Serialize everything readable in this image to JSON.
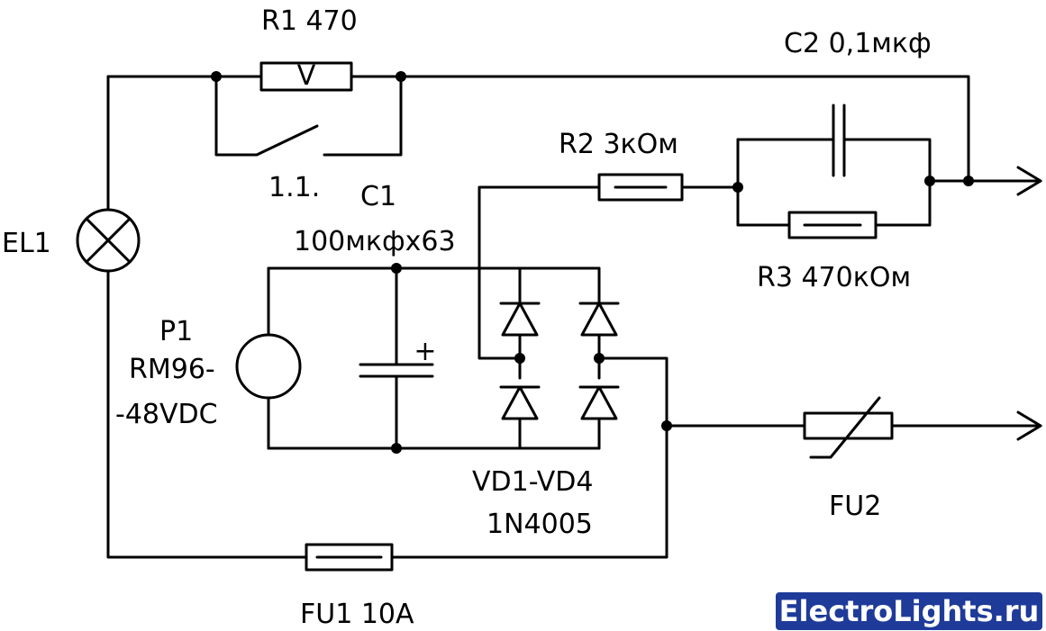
{
  "labels": {
    "r1": "R1 470",
    "c2": "C2 0,1мкф",
    "r2": "R2 3кОм",
    "switch": "1.1.",
    "c1_name": "C1",
    "c1_value": "100мкфх63",
    "el1": "EL1",
    "r3": "R3 470кОм",
    "p1_name": "P1",
    "p1_model_1": "RM96-",
    "p1_model_2": "-48VDC",
    "vd_name": "VD1-VD4",
    "vd_part": "1N4005",
    "fu2": "FU2",
    "fu1": "FU1 10A",
    "r1_mark": "V",
    "c1_polarity": "+"
  },
  "watermark": {
    "text": "ElectroLights.ru",
    "bg_color": "#1f3b99",
    "text_color": "#ffffff"
  }
}
